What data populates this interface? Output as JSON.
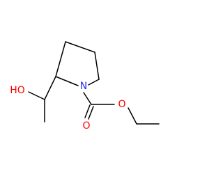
{
  "structure": {
    "atoms": {
      "nitrogen": {
        "label": "N",
        "color": "#2727ff"
      },
      "hydroxyl": {
        "label": "HO",
        "color": "#ff0000"
      },
      "ester_oxygen": {
        "label": "O",
        "color": "#ff0000"
      },
      "carbonyl_oxygen": {
        "label": "O",
        "color": "#ff0000"
      }
    }
  }
}
